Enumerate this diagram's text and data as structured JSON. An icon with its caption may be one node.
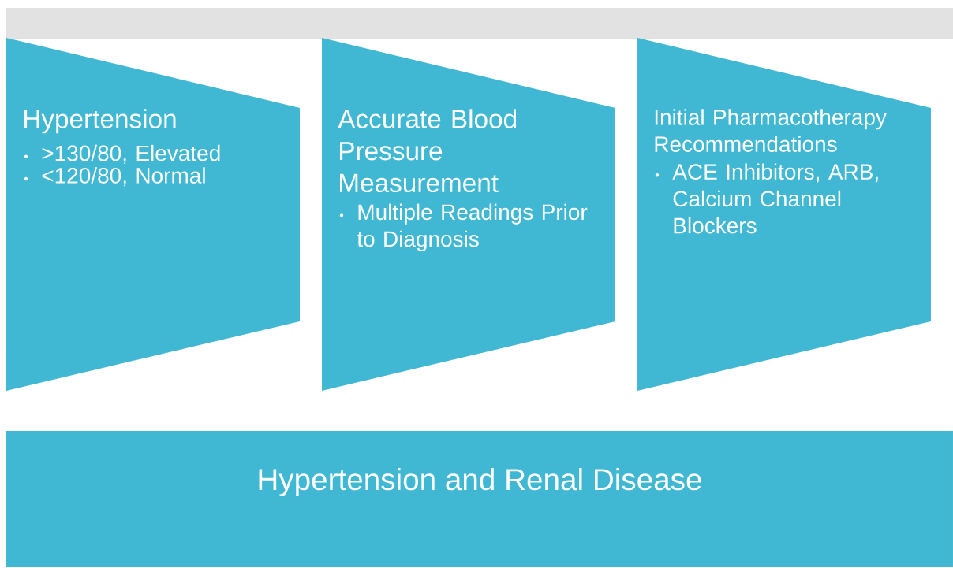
{
  "diagram": {
    "nodes": [
      {
        "text": [
          "Hypertension",
          ">130/80, Elevated",
          "<120/80, Normal"
        ]
      },
      {
        "text": [
          "Accurate Blood Pressure Measurement",
          "Multiple Readings Prior to Diagnosis"
        ]
      },
      {
        "text": [
          "Initial Pharmacotherapy Recommendations",
          "ACE Inhibitors, ARB, Calcium Channel Blockers"
        ]
      },
      {
        "text": [
          "Hypertension and Renal Disease"
        ]
      }
    ]
  }
}
